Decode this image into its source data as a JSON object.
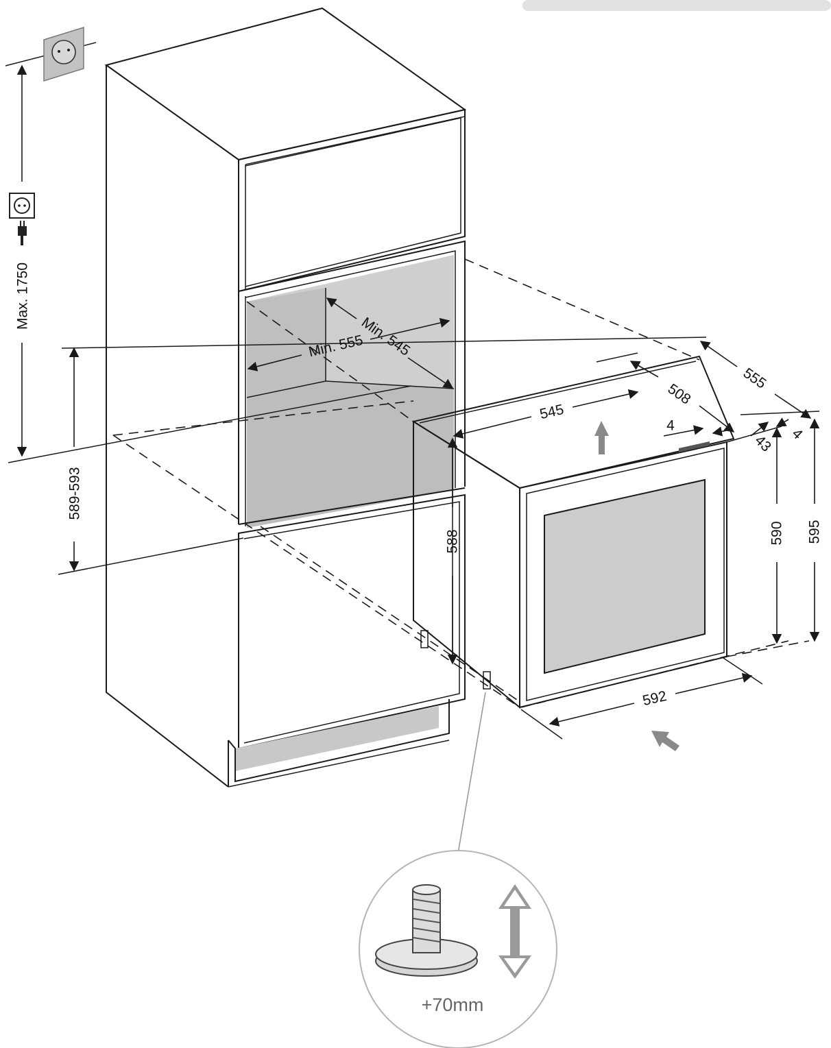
{
  "dimensions": {
    "socket_height": "Max. 1750",
    "niche_height": "589-593",
    "niche_width": "Min. 555",
    "niche_depth": "Min. 545",
    "body_depth": "545",
    "body_height": "588",
    "depth_inner": "508",
    "depth_total": "555",
    "gap_left": "4",
    "gap_right": "4",
    "door_thickness": "43",
    "door_height": "590",
    "total_height": "595",
    "front_width": "592"
  },
  "detail": {
    "foot_adjustment": "+70mm"
  },
  "colors": {
    "niche_gray": "#cfcfcf",
    "accent_gray": "#8a8a8a",
    "line": "#1a1a1a"
  },
  "icons": [
    "wall-socket-icon",
    "socket-symbol-icon",
    "plug-icon",
    "lift-arrow-icon",
    "push-arrow-icon",
    "adjustable-foot-icon",
    "double-arrow-icon"
  ]
}
